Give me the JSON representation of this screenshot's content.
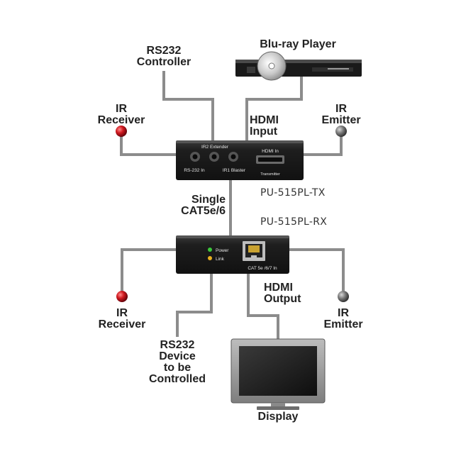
{
  "labels": {
    "bluray": "Blu-ray Player",
    "rs232_controller": "RS232\nController",
    "ir_receiver_top": "IR\nReceiver",
    "ir_emitter_top": "IR\nEmitter",
    "hdmi_input": "HDMI\nInput",
    "single_cat": "Single\nCAT5e/6",
    "ir_receiver_bottom": "IR\nReceiver",
    "ir_emitter_bottom": "IR\nEmitter",
    "hdmi_output": "HDMI\nOutput",
    "rs232_device": "RS232\nDevice\nto be\nControlled",
    "display": "Display"
  },
  "models": {
    "tx": "PU-515PL-TX",
    "rx": "PU-515PL-RX"
  },
  "tx_ports": {
    "ir2_extender": "IR2 Extender",
    "rs232_in": "RS-232 In",
    "ir1_blaster": "IR1 Blaster",
    "hdmi_in": "HDMI In",
    "transmitter": "Transmitter"
  },
  "rx_ports": {
    "power": "Power",
    "link": "Link",
    "cat": "CAT 5e /6/7 In"
  },
  "colors": {
    "cable": "#8c8c8c",
    "device_body": "#1c1c1c",
    "ir_receiver": "#c8141c",
    "ir_emitter": "#6a6a6a",
    "led_power": "#3cc83c",
    "led_link": "#e8b020"
  }
}
